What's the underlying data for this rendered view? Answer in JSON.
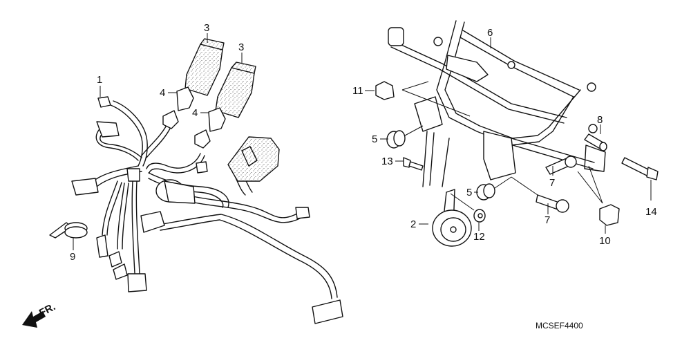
{
  "diagram": {
    "type": "exploded-parts-diagram",
    "drawing_code": "MCSEF4400",
    "direction_indicator": {
      "label": "FR.",
      "icon": "front-direction-arrow"
    },
    "callouts": [
      {
        "number": "1",
        "part": "wire-harness-connector"
      },
      {
        "number": "2",
        "part": "horn"
      },
      {
        "number": "3",
        "part": "relay-upper"
      },
      {
        "number": "3",
        "part": "relay-lower"
      },
      {
        "number": "4",
        "part": "relay-socket-upper"
      },
      {
        "number": "4",
        "part": "relay-socket-lower"
      },
      {
        "number": "5",
        "part": "rubber-mount-upper"
      },
      {
        "number": "5",
        "part": "rubber-mount-lower"
      },
      {
        "number": "6",
        "part": "front-sub-frame"
      },
      {
        "number": "7",
        "part": "bolt-upper"
      },
      {
        "number": "7",
        "part": "bolt-lower"
      },
      {
        "number": "8",
        "part": "collar"
      },
      {
        "number": "9",
        "part": "cable-tie-band"
      },
      {
        "number": "10",
        "part": "harness-clip-right"
      },
      {
        "number": "11",
        "part": "harness-clip-left"
      },
      {
        "number": "12",
        "part": "nut"
      },
      {
        "number": "13",
        "part": "flange-bolt-small"
      },
      {
        "number": "14",
        "part": "flange-bolt"
      }
    ]
  }
}
